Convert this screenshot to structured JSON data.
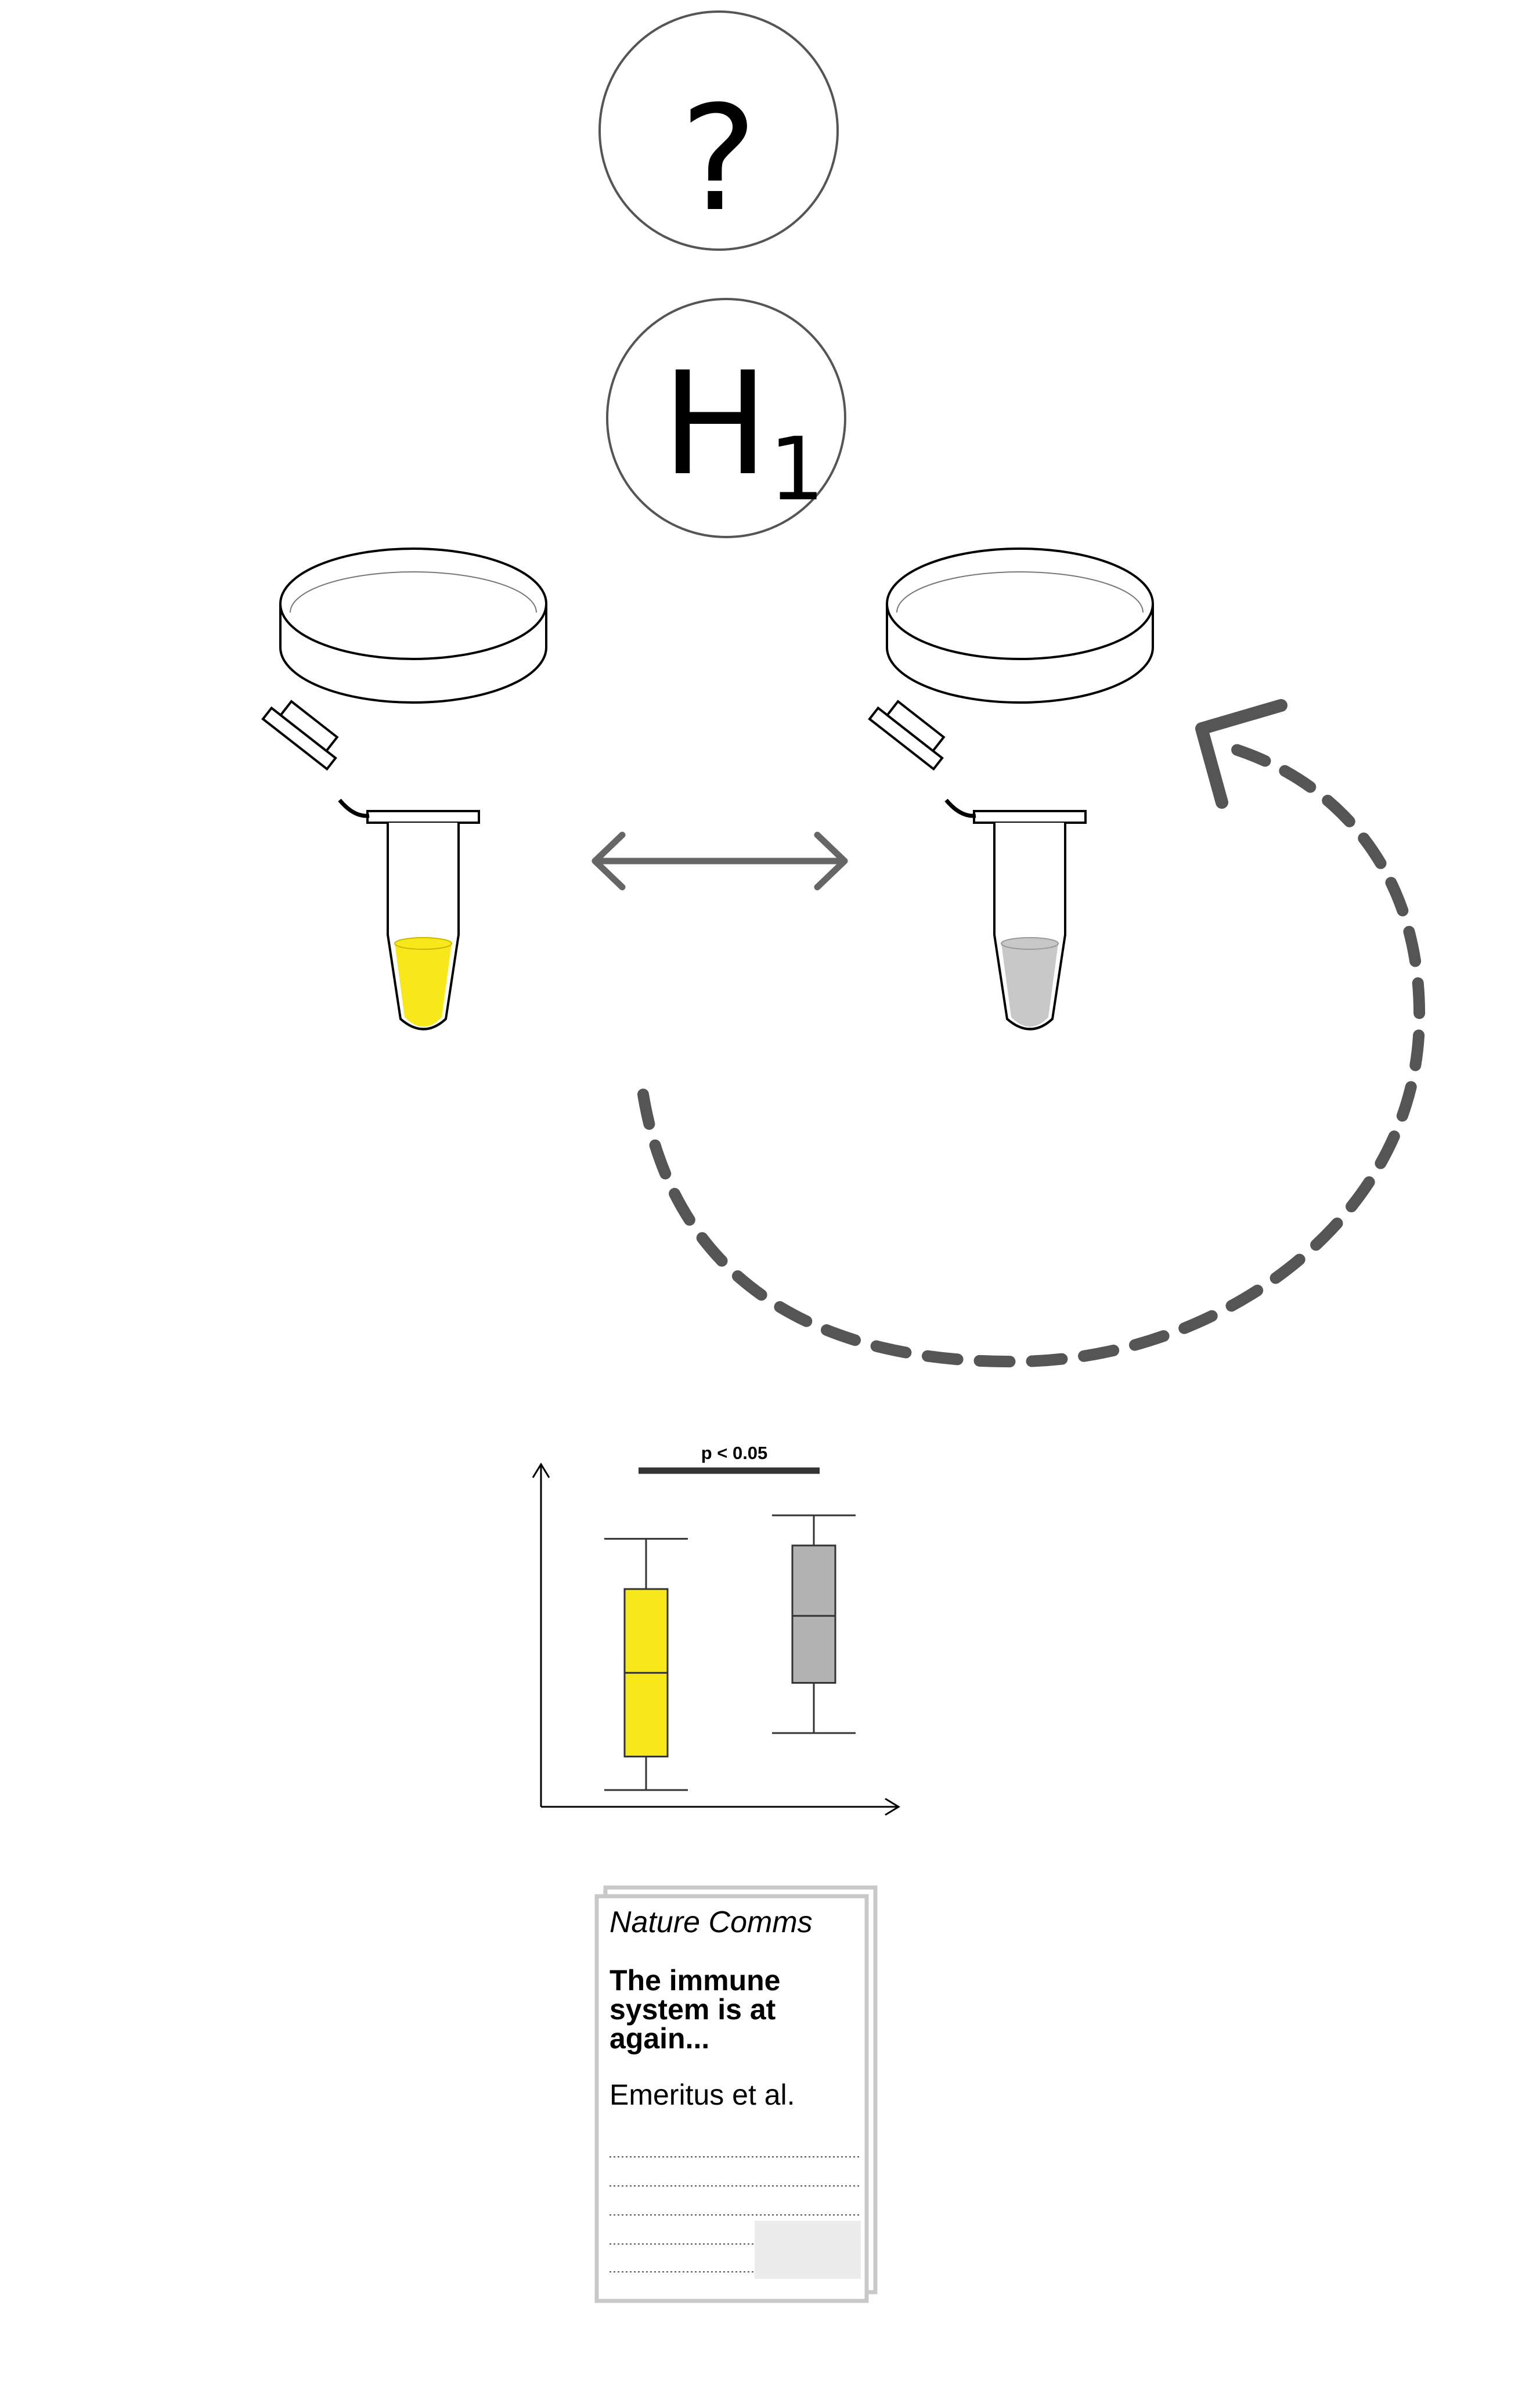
{
  "question_bubble": {
    "symbol": "?"
  },
  "hypothesis_bubble": {
    "letter": "H",
    "subscript": "1"
  },
  "colors": {
    "sample_yellow": "#f7e81c",
    "sample_gray": "#c8c8c8",
    "box_gray": "#b3b3b3",
    "arrow": "#555555",
    "outline": "#000000"
  },
  "icons": [
    "question-mark-icon",
    "hypothesis-icon",
    "petri-dish-icon",
    "tube-icon",
    "double-arrow-icon",
    "cycle-arrow-icon",
    "paper-icon"
  ],
  "chart": {
    "significance_label": "p < 0.05"
  },
  "chart_data": {
    "type": "box",
    "groups": [
      {
        "color": "#f7e81c",
        "min": 0.05,
        "q1": 0.15,
        "median": 0.4,
        "q3": 0.65,
        "max": 0.8
      },
      {
        "color": "#b3b3b3",
        "min": 0.22,
        "q1": 0.37,
        "median": 0.57,
        "q3": 0.78,
        "max": 0.87
      }
    ],
    "annotation": "p < 0.05",
    "ylim": [
      0,
      1
    ]
  },
  "paper": {
    "journal": "Nature Comms",
    "title_lines": [
      "The immune",
      "system is at",
      "again..."
    ],
    "authors": "Emeritus et al."
  }
}
